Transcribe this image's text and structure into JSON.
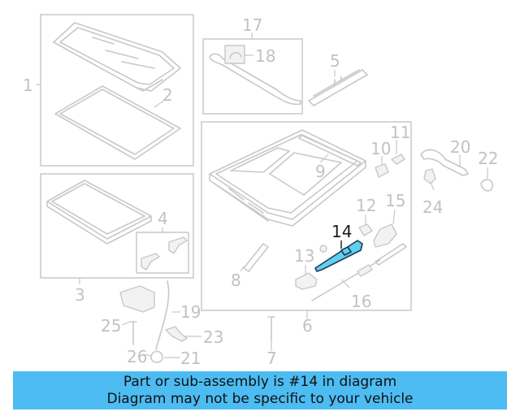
{
  "diagram": {
    "highlight_part": "14",
    "highlight_color": "#5fd0ee",
    "callouts": [
      "1",
      "2",
      "3",
      "4",
      "5",
      "6",
      "7",
      "8",
      "9",
      "10",
      "11",
      "12",
      "13",
      "14",
      "15",
      "16",
      "17",
      "18",
      "19",
      "20",
      "21",
      "22",
      "23",
      "24",
      "25",
      "26"
    ]
  },
  "banner": {
    "line1": "Part or sub-assembly is #14 in diagram",
    "line2": "Diagram may not be specific to your vehicle",
    "background": "#4dbcf2"
  }
}
